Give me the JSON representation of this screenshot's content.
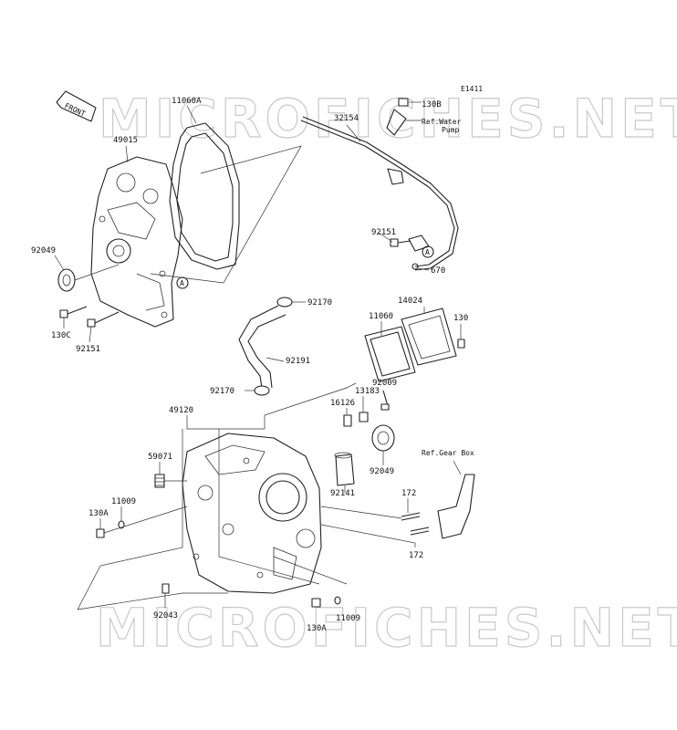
{
  "diagram": {
    "code": "E1411",
    "front_label": "FRONT",
    "watermark": "MICROFICHES.NET",
    "callouts": {
      "p_11060A": "11060A",
      "p_49015": "49015",
      "p_92049_top": "92049",
      "p_130C": "130C",
      "p_92151_left": "92151",
      "p_130B": "130B",
      "ref_water_1": "Ref.Water",
      "ref_water_2": "Pump",
      "p_32154": "32154",
      "p_92151_right": "92151",
      "p_670": "670",
      "ref_A_top": "A",
      "ref_A_mid": "A",
      "p_92170_top": "92170",
      "p_92191": "92191",
      "p_92170_bot": "92170",
      "p_14024": "14024",
      "p_11060": "11060",
      "p_130": "130",
      "p_92009": "92009",
      "p_13183": "13183",
      "p_16126": "16126",
      "p_49120": "49120",
      "p_59071": "59071",
      "p_92049_bot": "92049",
      "p_11009_left": "11009",
      "p_130A_left": "130A",
      "p_92141": "92141",
      "ref_gearbox": "Ref.Gear Box",
      "p_172_top": "172",
      "p_172_bot": "172",
      "p_92043": "92043",
      "p_11009_bot": "11009",
      "p_130A_bot": "130A"
    }
  }
}
